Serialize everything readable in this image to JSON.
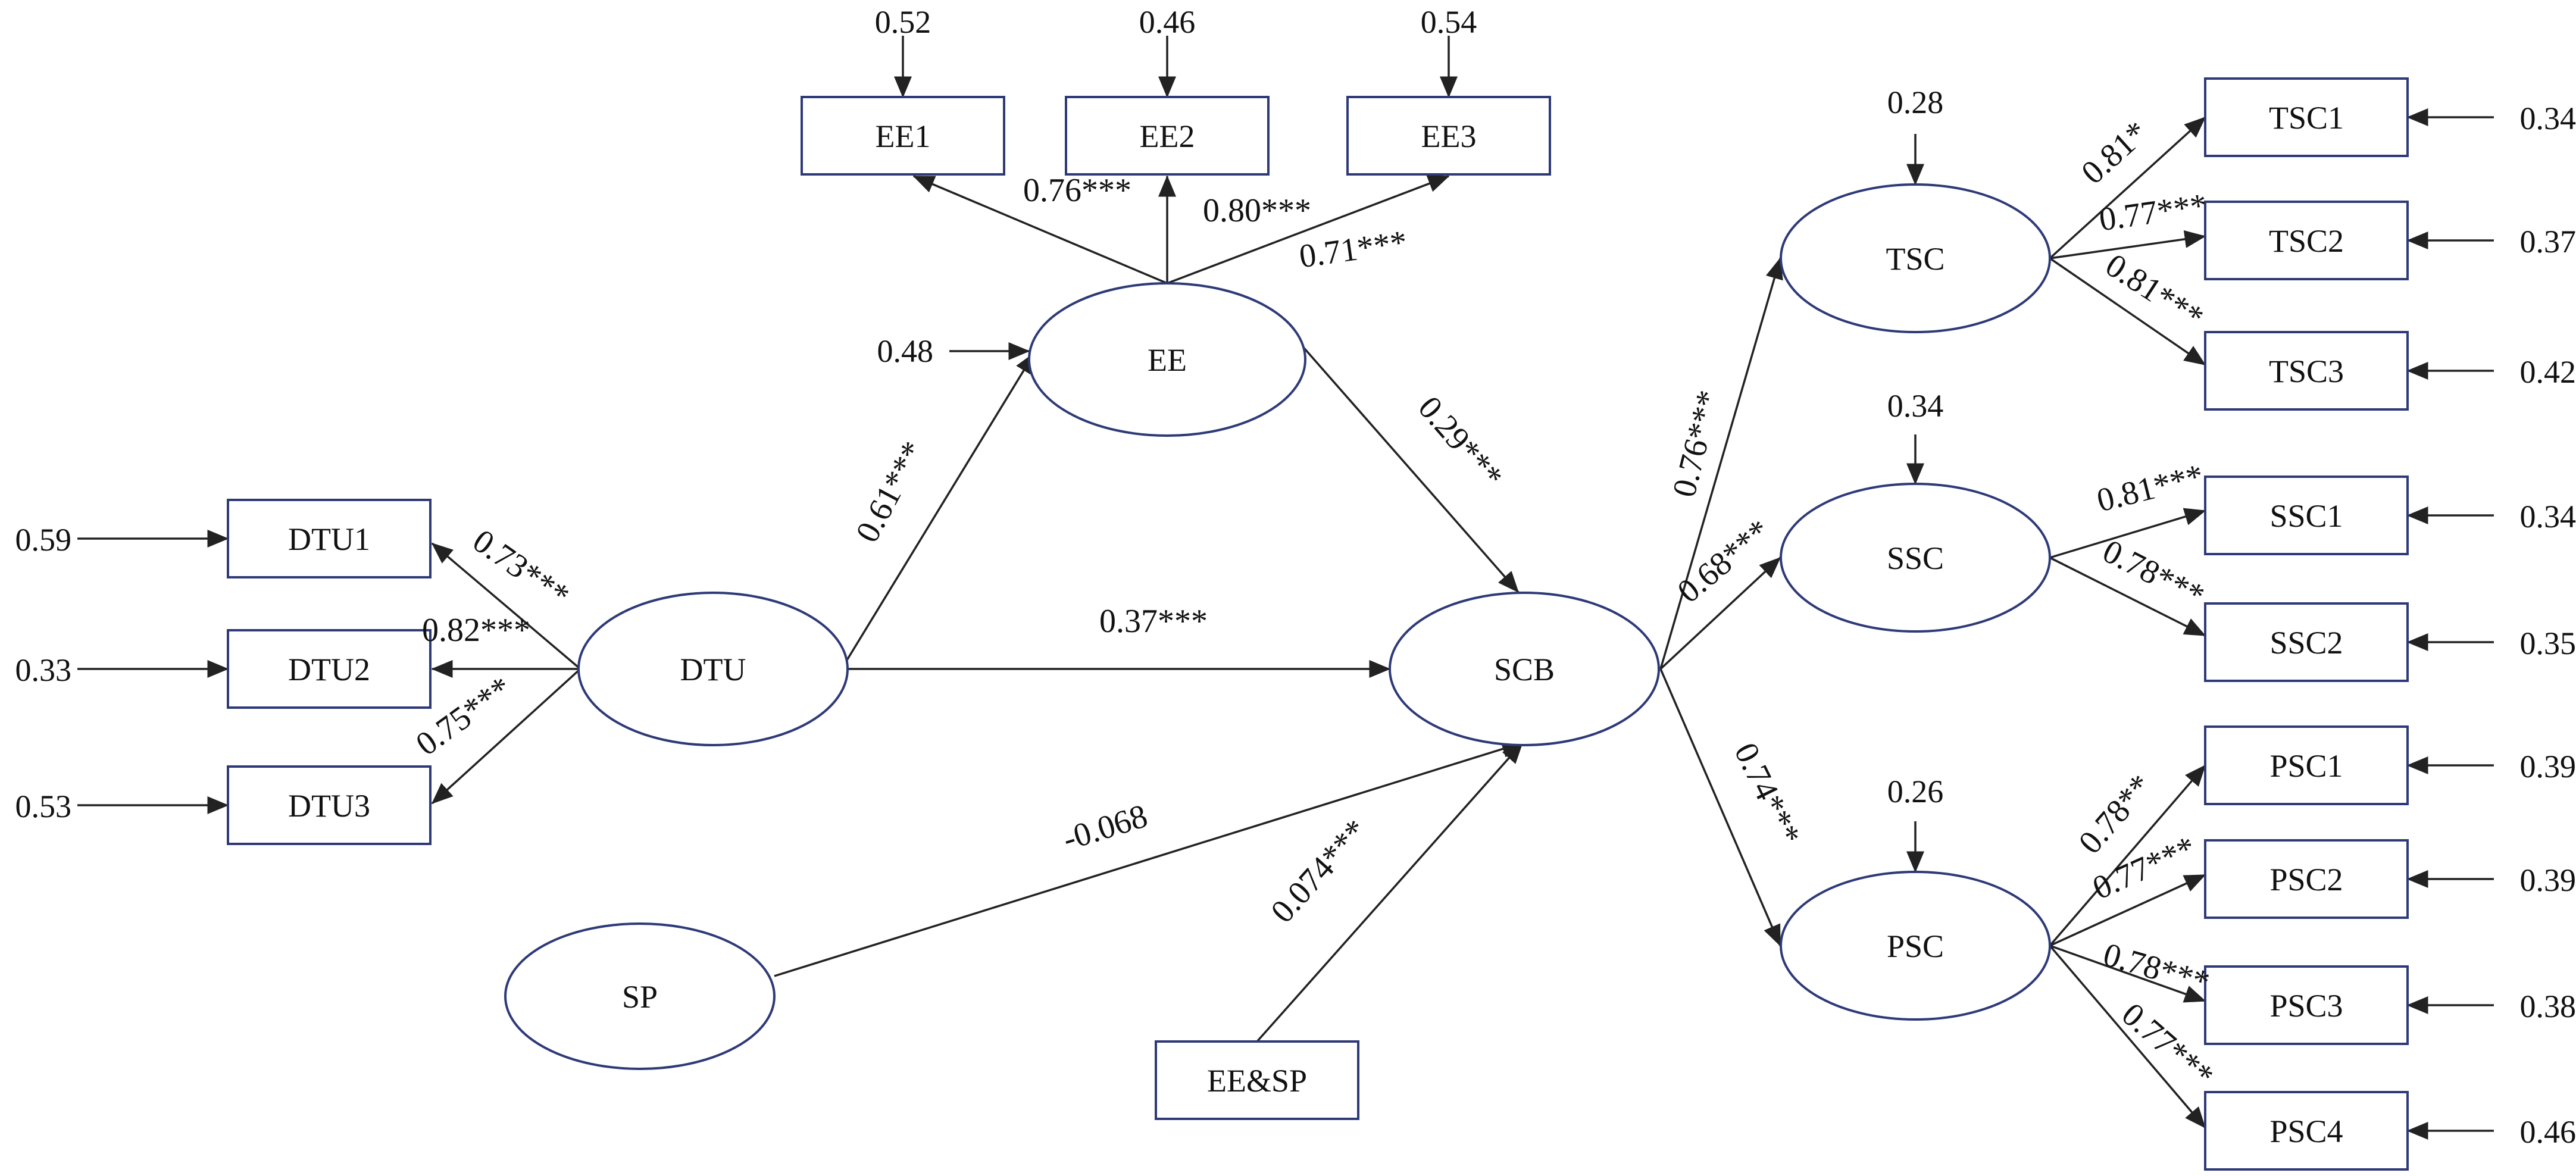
{
  "colors": {
    "node_stroke": "#2e3a78",
    "edge": "#222222",
    "text": "#111111"
  },
  "nodes": {
    "EE1": {
      "label": "EE1",
      "shape": "box"
    },
    "EE2": {
      "label": "EE2",
      "shape": "box"
    },
    "EE3": {
      "label": "EE3",
      "shape": "box"
    },
    "EE": {
      "label": "EE",
      "shape": "ellipse"
    },
    "DTU1": {
      "label": "DTU1",
      "shape": "box"
    },
    "DTU2": {
      "label": "DTU2",
      "shape": "box"
    },
    "DTU3": {
      "label": "DTU3",
      "shape": "box"
    },
    "DTU": {
      "label": "DTU",
      "shape": "ellipse"
    },
    "SCB": {
      "label": "SCB",
      "shape": "ellipse"
    },
    "SP": {
      "label": "SP",
      "shape": "ellipse"
    },
    "EESP": {
      "label": "EE&SP",
      "shape": "box"
    },
    "TSC": {
      "label": "TSC",
      "shape": "ellipse"
    },
    "SSC": {
      "label": "SSC",
      "shape": "ellipse"
    },
    "PSC": {
      "label": "PSC",
      "shape": "ellipse"
    },
    "TSC1": {
      "label": "TSC1",
      "shape": "box"
    },
    "TSC2": {
      "label": "TSC2",
      "shape": "box"
    },
    "TSC3": {
      "label": "TSC3",
      "shape": "box"
    },
    "SSC1": {
      "label": "SSC1",
      "shape": "box"
    },
    "SSC2": {
      "label": "SSC2",
      "shape": "box"
    },
    "PSC1": {
      "label": "PSC1",
      "shape": "box"
    },
    "PSC2": {
      "label": "PSC2",
      "shape": "box"
    },
    "PSC3": {
      "label": "PSC3",
      "shape": "box"
    },
    "PSC4": {
      "label": "PSC4",
      "shape": "box"
    }
  },
  "paths": {
    "ee_ee1": {
      "from": "EE",
      "to": "EE1",
      "coefficient": "0.76***"
    },
    "ee_ee2": {
      "from": "EE",
      "to": "EE2",
      "coefficient": "0.80***"
    },
    "ee_ee3": {
      "from": "EE",
      "to": "EE3",
      "coefficient": "0.71***"
    },
    "dtu_dtu1": {
      "from": "DTU",
      "to": "DTU1",
      "coefficient": "0.73***"
    },
    "dtu_dtu2": {
      "from": "DTU",
      "to": "DTU2",
      "coefficient": "0.82***"
    },
    "dtu_dtu3": {
      "from": "DTU",
      "to": "DTU3",
      "coefficient": "0.75***"
    },
    "dtu_ee": {
      "from": "DTU",
      "to": "EE",
      "coefficient": "0.61***"
    },
    "dtu_scb": {
      "from": "DTU",
      "to": "SCB",
      "coefficient": "0.37***"
    },
    "ee_scb": {
      "from": "EE",
      "to": "SCB",
      "coefficient": "0.29***"
    },
    "sp_scb": {
      "from": "SP",
      "to": "SCB",
      "coefficient": "-0.068"
    },
    "eesp_scb": {
      "from": "EE&SP",
      "to": "SCB",
      "coefficient": "0.074***"
    },
    "scb_tsc": {
      "from": "SCB",
      "to": "TSC",
      "coefficient": "0.76***"
    },
    "scb_ssc": {
      "from": "SCB",
      "to": "SSC",
      "coefficient": "0.68***"
    },
    "scb_psc": {
      "from": "SCB",
      "to": "PSC",
      "coefficient": "0.74***"
    },
    "tsc_tsc1": {
      "from": "TSC",
      "to": "TSC1",
      "coefficient": "0.81*"
    },
    "tsc_tsc2": {
      "from": "TSC",
      "to": "TSC2",
      "coefficient": "0.77***"
    },
    "tsc_tsc3": {
      "from": "TSC",
      "to": "TSC3",
      "coefficient": "0.81***"
    },
    "ssc_ssc1": {
      "from": "SSC",
      "to": "SSC1",
      "coefficient": "0.81***"
    },
    "ssc_ssc2": {
      "from": "SSC",
      "to": "SSC2",
      "coefficient": "0.78***"
    },
    "psc_psc1": {
      "from": "PSC",
      "to": "PSC1",
      "coefficient": "0.78**"
    },
    "psc_psc2": {
      "from": "PSC",
      "to": "PSC2",
      "coefficient": "0.77***"
    },
    "psc_psc3": {
      "from": "PSC",
      "to": "PSC3",
      "coefficient": "0.78***"
    },
    "psc_psc4": {
      "from": "PSC",
      "to": "PSC4",
      "coefficient": "0.77***"
    }
  },
  "errors": {
    "EE1": "0.52",
    "EE2": "0.46",
    "EE3": "0.54",
    "EE": "0.48",
    "DTU1": "0.59",
    "DTU2": "0.33",
    "DTU3": "0.53",
    "TSC": "0.28",
    "SSC": "0.34",
    "PSC": "0.26",
    "TSC1": "0.34",
    "TSC2": "0.37",
    "TSC3": "0.42",
    "SSC1": "0.34",
    "SSC2": "0.35",
    "PSC1": "0.39",
    "PSC2": "0.39",
    "PSC3": "0.38",
    "PSC4": "0.46"
  }
}
